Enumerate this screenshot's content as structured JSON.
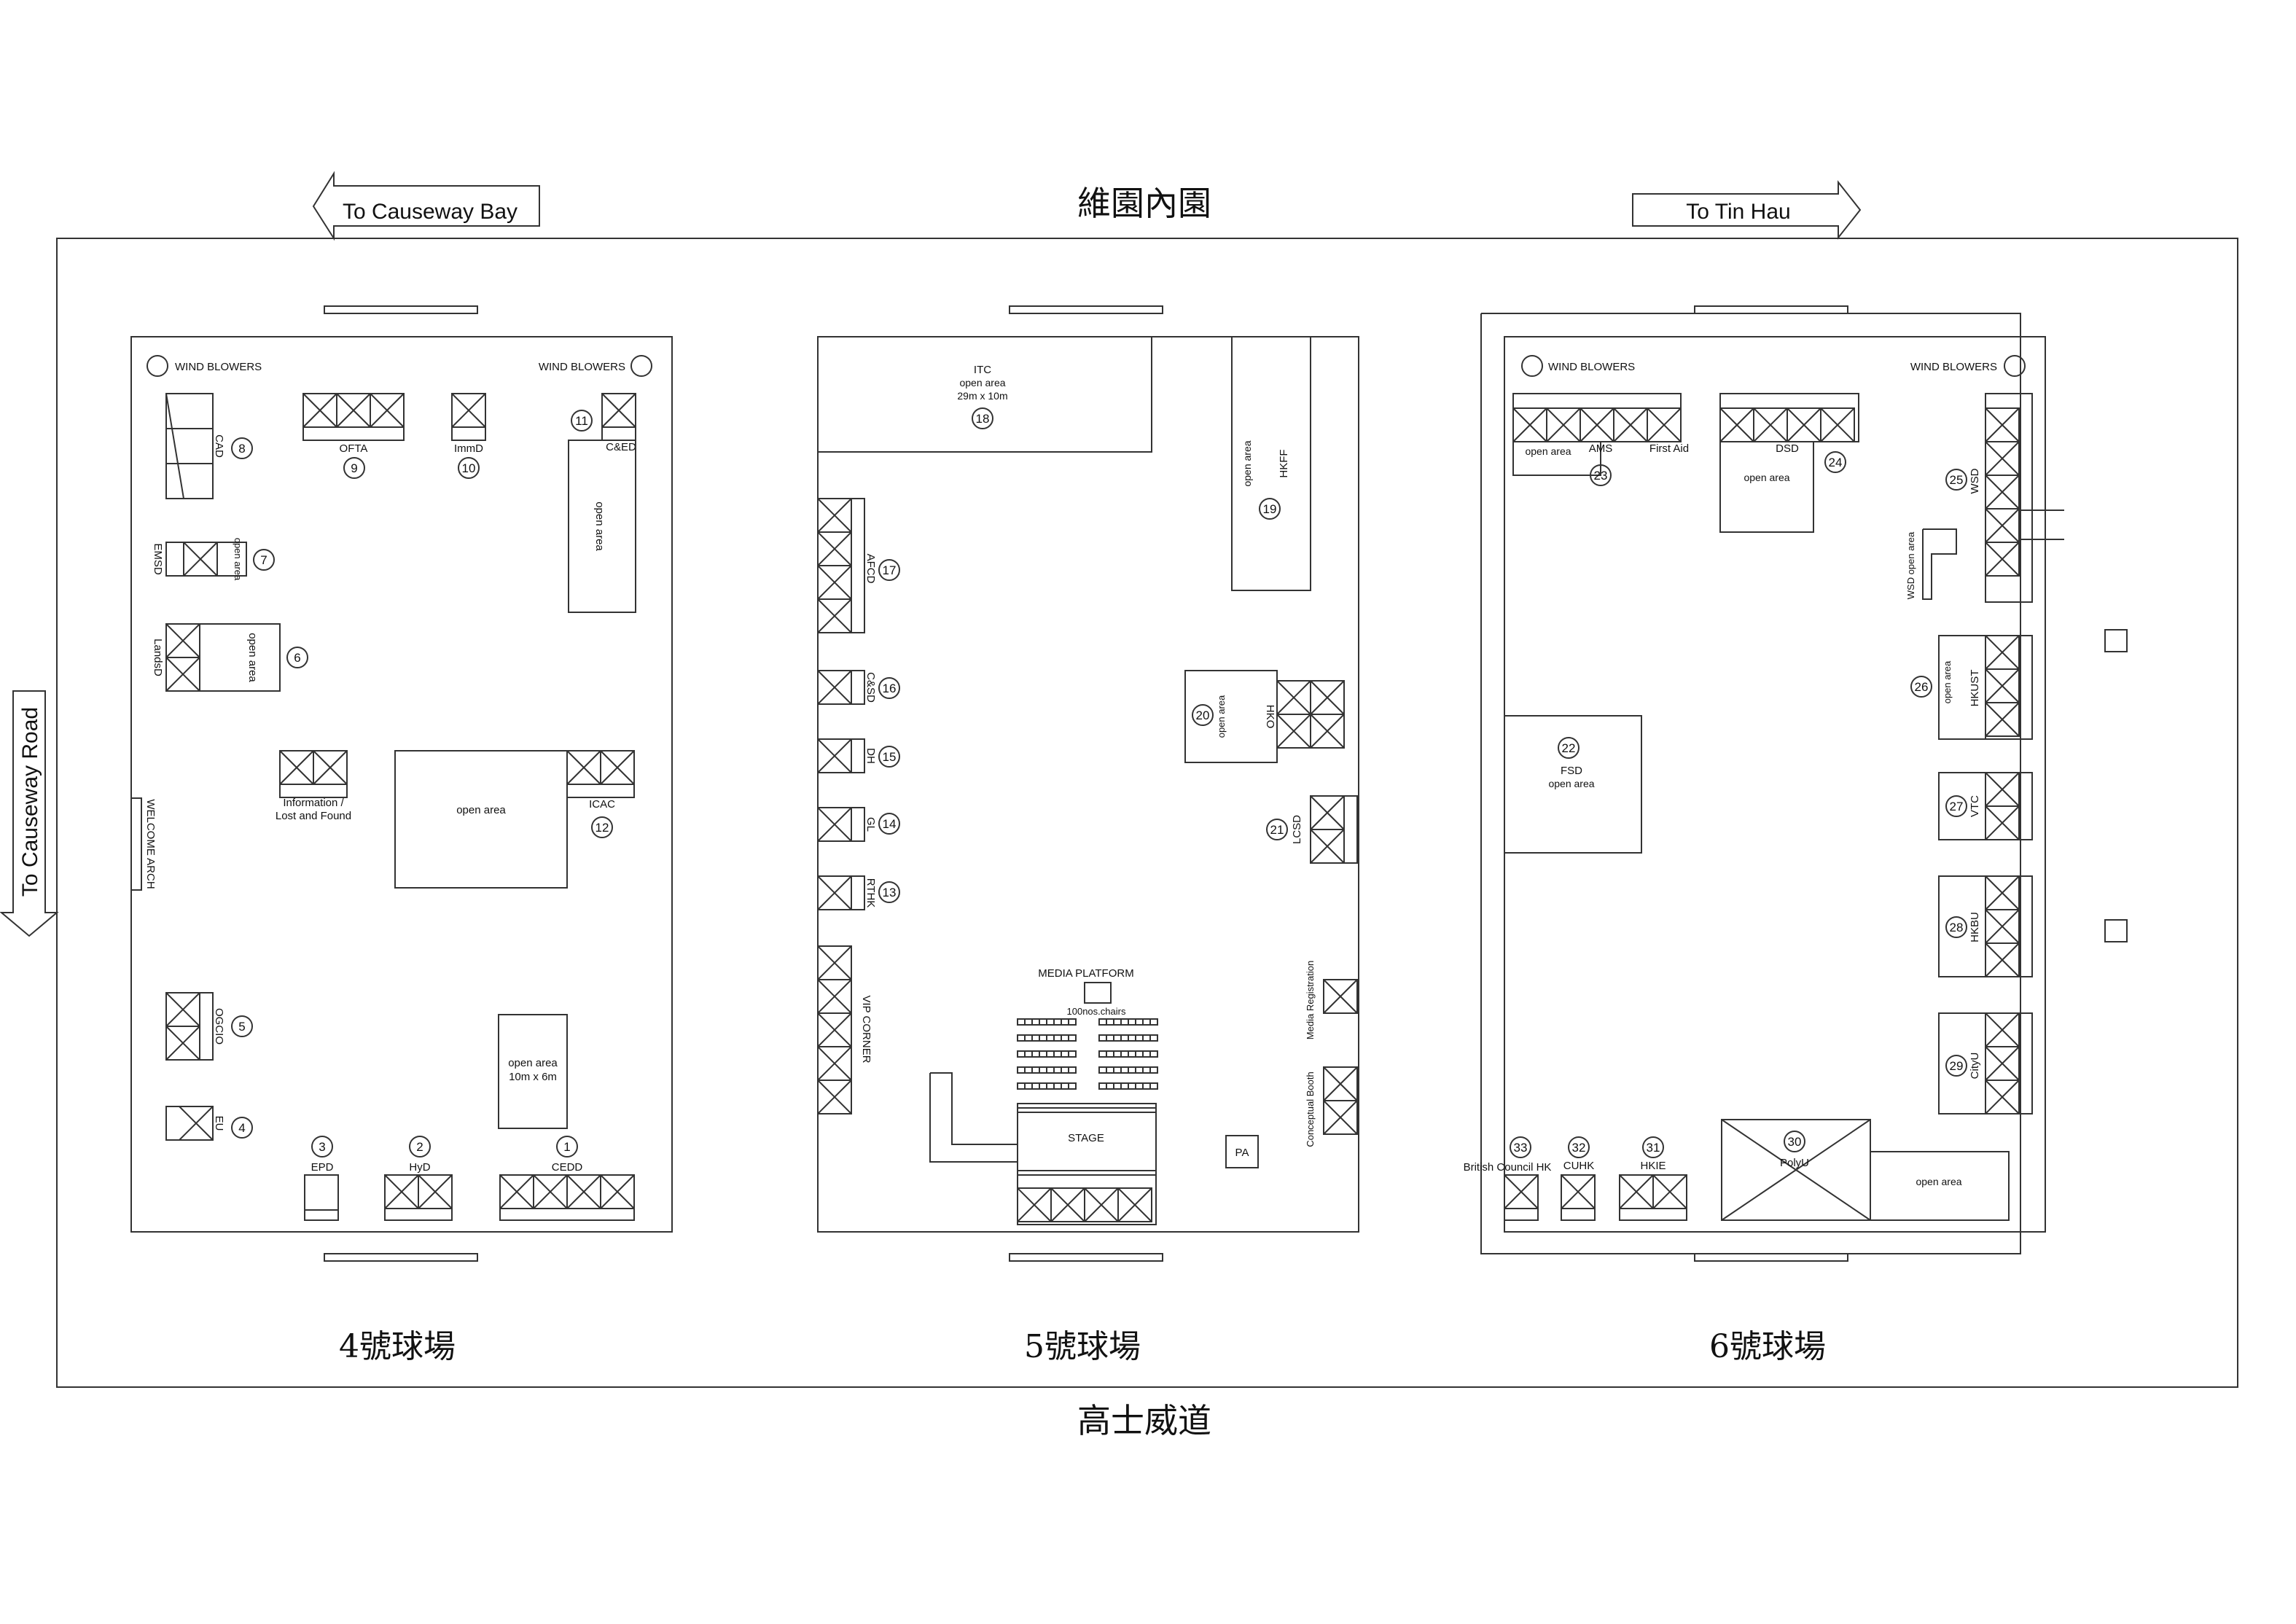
{
  "top": {
    "title": "維園內園",
    "bottom_road": "高士威道",
    "arrow_left": "To Causeway Bay",
    "arrow_right": "To Tin Hau",
    "road_left": "To Causeway Road"
  },
  "pitches": {
    "p4": "4號球場",
    "p5": "5號球場",
    "p6": "6號球場"
  },
  "labels": {
    "wind_blowers": "WIND BLOWERS",
    "open_area": "open area",
    "welcome_arch": "WELCOME ARCH",
    "info_line1": "Information /",
    "info_line2": "Lost and Found",
    "open_area_10x6_line2": "10m x 6m",
    "itc_line1": "ITC",
    "itc_line3": "29m x 10m",
    "media_platform": "MEDIA PLATFORM",
    "chairs": "100nos.chairs",
    "stage": "STAGE",
    "pa": "PA",
    "media_registration": "Media Registration",
    "conceptual_booth": "Conceptual Booth",
    "vip_corner": "VIP CORNER",
    "fsd_open_area": "open area",
    "wsd_open_area": "WSD open area",
    "first_aid": "First Aid"
  },
  "booths": [
    {
      "num": "1",
      "name": "CEDD"
    },
    {
      "num": "2",
      "name": "HyD"
    },
    {
      "num": "3",
      "name": "EPD"
    },
    {
      "num": "4",
      "name": "EU"
    },
    {
      "num": "5",
      "name": "OGCIO"
    },
    {
      "num": "6",
      "name": "LandsD"
    },
    {
      "num": "7",
      "name": "EMSD"
    },
    {
      "num": "8",
      "name": "CAD"
    },
    {
      "num": "9",
      "name": "OFTA"
    },
    {
      "num": "10",
      "name": "ImmD"
    },
    {
      "num": "11",
      "name": "C&ED"
    },
    {
      "num": "12",
      "name": "ICAC"
    },
    {
      "num": "13",
      "name": "RTHK"
    },
    {
      "num": "14",
      "name": "GL"
    },
    {
      "num": "15",
      "name": "DH"
    },
    {
      "num": "16",
      "name": "C&SD"
    },
    {
      "num": "17",
      "name": "AFCD"
    },
    {
      "num": "18",
      "name": "ITC"
    },
    {
      "num": "19",
      "name": "HKFF"
    },
    {
      "num": "20",
      "name": "HKO"
    },
    {
      "num": "21",
      "name": "LCSD"
    },
    {
      "num": "22",
      "name": "FSD"
    },
    {
      "num": "23",
      "name": "AMS"
    },
    {
      "num": "24",
      "name": "DSD"
    },
    {
      "num": "25",
      "name": "WSD"
    },
    {
      "num": "26",
      "name": "HKUST"
    },
    {
      "num": "27",
      "name": "VTC"
    },
    {
      "num": "28",
      "name": "HKBU"
    },
    {
      "num": "29",
      "name": "CityU"
    },
    {
      "num": "30",
      "name": "PolyU"
    },
    {
      "num": "31",
      "name": "HKIE"
    },
    {
      "num": "32",
      "name": "CUHK"
    },
    {
      "num": "33",
      "name": "British Council HK"
    }
  ]
}
